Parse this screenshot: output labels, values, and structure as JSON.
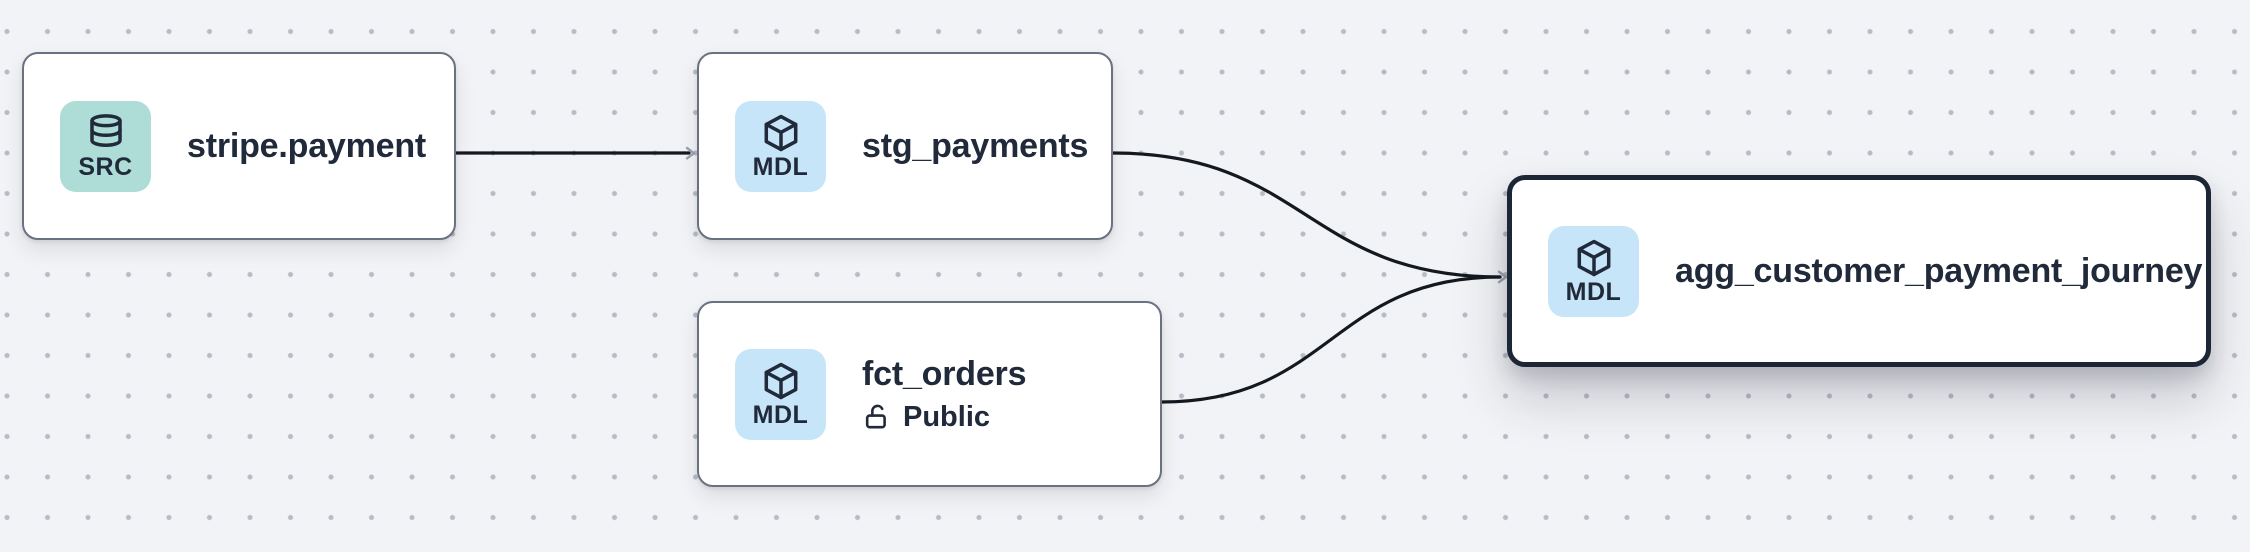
{
  "colors": {
    "canvas_bg": "#f2f3f6",
    "dot": "#b7bbc6",
    "node_bg": "#ffffff",
    "node_border": "#6a7180",
    "selected_border": "#1d2634",
    "text": "#212a3a",
    "src_badge_bg": "#aedcd6",
    "mdl_badge_bg": "#c7e5f9",
    "edge": "#14181f",
    "arrowhead": "#9aa1ae"
  },
  "nodes": [
    {
      "title": "stripe.payment",
      "badge_label": "SRC",
      "badge_icon": "database-icon",
      "kind": "source",
      "selected": false
    },
    {
      "title": "stg_payments",
      "badge_label": "MDL",
      "badge_icon": "cube-icon",
      "kind": "model",
      "selected": false
    },
    {
      "title": "fct_orders",
      "badge_label": "MDL",
      "badge_icon": "cube-icon",
      "kind": "model",
      "access_label": "Public",
      "access_icon": "lock-open-icon",
      "selected": false
    },
    {
      "title": "agg_customer_payment_journey",
      "badge_label": "MDL",
      "badge_icon": "cube-icon",
      "kind": "model",
      "selected": true
    }
  ],
  "edges": [
    {
      "from": "stripe.payment",
      "to": "stg_payments"
    },
    {
      "from": "stg_payments",
      "to": "agg_customer_payment_journey"
    },
    {
      "from": "fct_orders",
      "to": "agg_customer_payment_journey"
    }
  ]
}
